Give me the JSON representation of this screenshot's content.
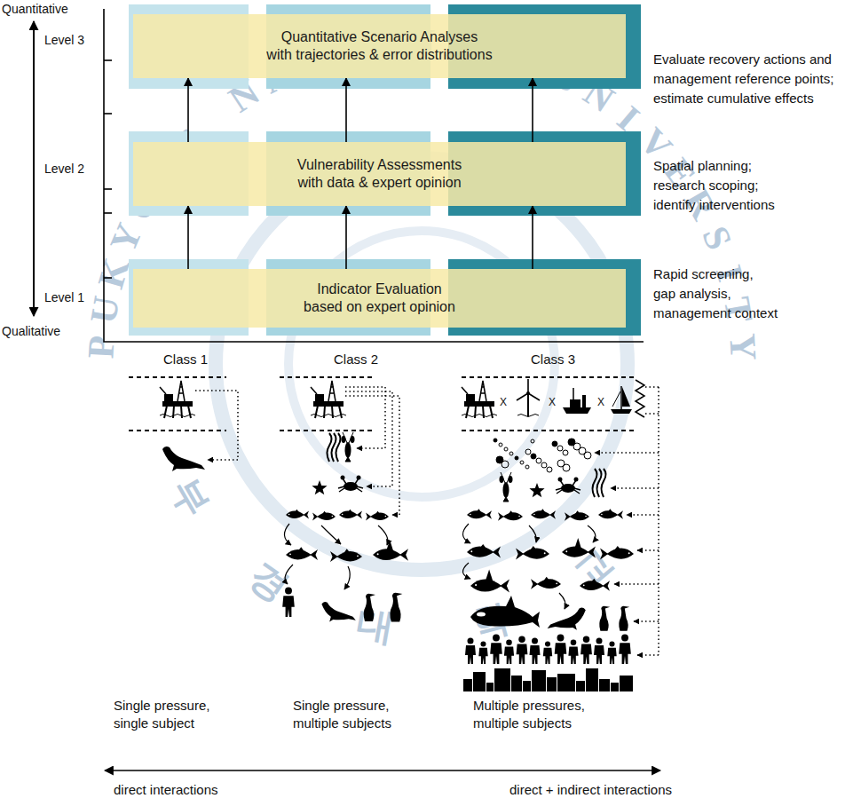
{
  "diagram": {
    "nodes": [
      {
        "text": [
          "Quantitative Scenario Analyses",
          "with trajectories & error distributions"
        ]
      },
      {
        "text": [
          "Vulnerability Assessments",
          "with data & expert opinion"
        ]
      },
      {
        "text": [
          "Indicator Evaluation",
          "based on expert opinion"
        ]
      }
    ],
    "edges": [
      {
        "from": 2,
        "to": 1,
        "arrow": "to"
      },
      {
        "from": 2,
        "to": 1,
        "arrow": "to"
      },
      {
        "from": 2,
        "to": 1,
        "arrow": "to"
      },
      {
        "from": 1,
        "to": 0,
        "arrow": "to"
      },
      {
        "from": 1,
        "to": 0,
        "arrow": "to"
      },
      {
        "from": 1,
        "to": 0,
        "arrow": "to"
      }
    ],
    "labels": [
      "Quantitative",
      "Level 3",
      "Level 2",
      "Level 1",
      "Qualitative",
      "Evaluate recovery actions and management reference points; estimate cumulative effects",
      "Spatial planning; research scoping; identify interventions",
      "Rapid screening, gap analysis, management context",
      "Class 1",
      "Class 2",
      "Class 3",
      "X",
      "X",
      "X",
      "Single pressure, single subject",
      "Single pressure, multiple subjects",
      "Multiple pressures, multiple subjects",
      "direct interactions",
      "direct + indirect interactions",
      "PUKYONG NATIONAL UNIVERSITY",
      "부경대학교"
    ]
  }
}
